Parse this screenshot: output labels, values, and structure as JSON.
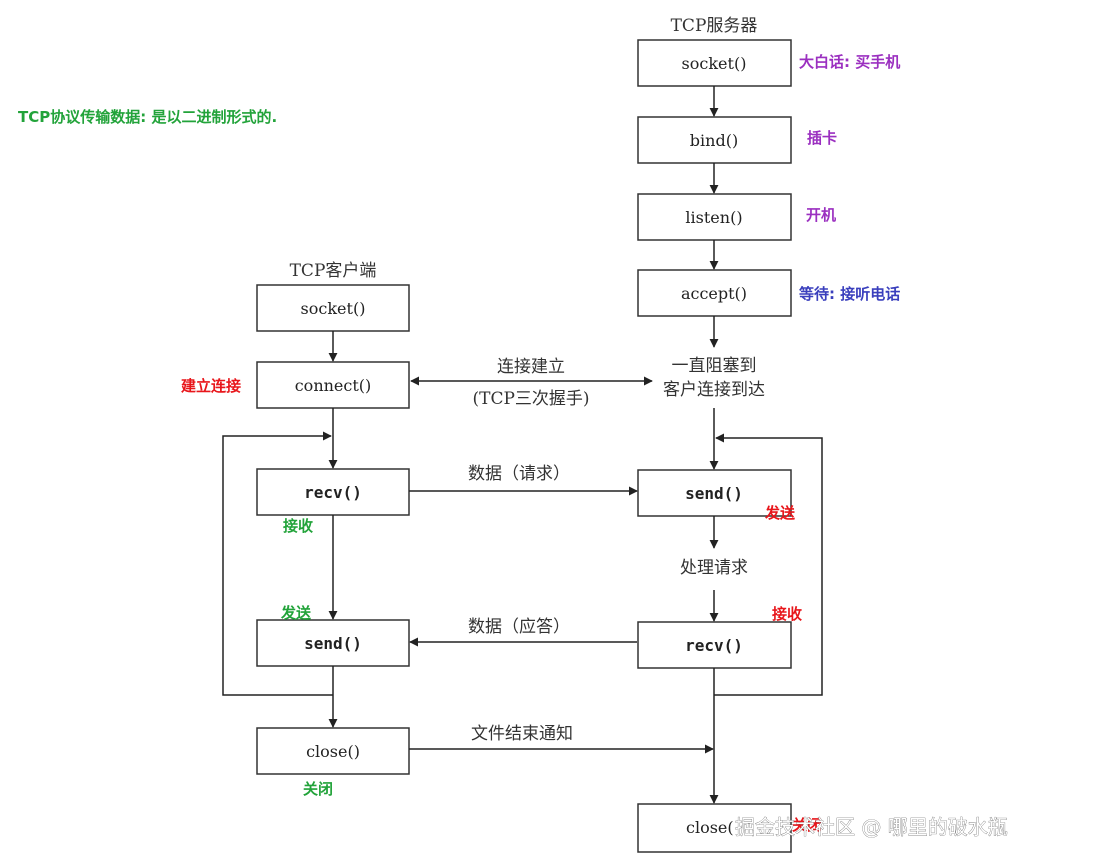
{
  "headers": {
    "server": "TCP服务器",
    "client": "TCP客户端"
  },
  "note": "TCP协议传输数据: 是以二进制形式的.",
  "server": {
    "socket": "socket()",
    "bind": "bind()",
    "listen": "listen()",
    "accept": "accept()",
    "block_line1": "一直阻塞到",
    "block_line2": "客户连接到达",
    "send": "send()",
    "process": "处理请求",
    "recv": "recv()",
    "close": "close("
  },
  "client": {
    "socket": "socket()",
    "connect": "connect()",
    "recv": "recv()",
    "send": "send()",
    "close": "close()"
  },
  "links": {
    "connect_line1": "连接建立",
    "connect_line2": "(TCP三次握手)",
    "request": "数据（请求）",
    "response": "数据（应答）",
    "eof": "文件结束通知"
  },
  "annotations": {
    "buy_phone": "大白话: 买手机",
    "insert_card": "插卡",
    "power_on": "开机",
    "wait_call": "等待: 接听电话",
    "establish": "建立连接",
    "client_receive": "接收",
    "client_send": "发送",
    "client_close": "关闭",
    "server_send": "发送",
    "server_receive": "接收",
    "server_close": "关闭"
  },
  "watermark": "掘金技术社区 @ 哪里的破水瓶",
  "colors": {
    "purple": "#9b30c0",
    "blue": "#3a3fbd",
    "red": "#e8161b",
    "green": "#22a33a",
    "box_stroke": "#333333",
    "line": "#222222"
  }
}
